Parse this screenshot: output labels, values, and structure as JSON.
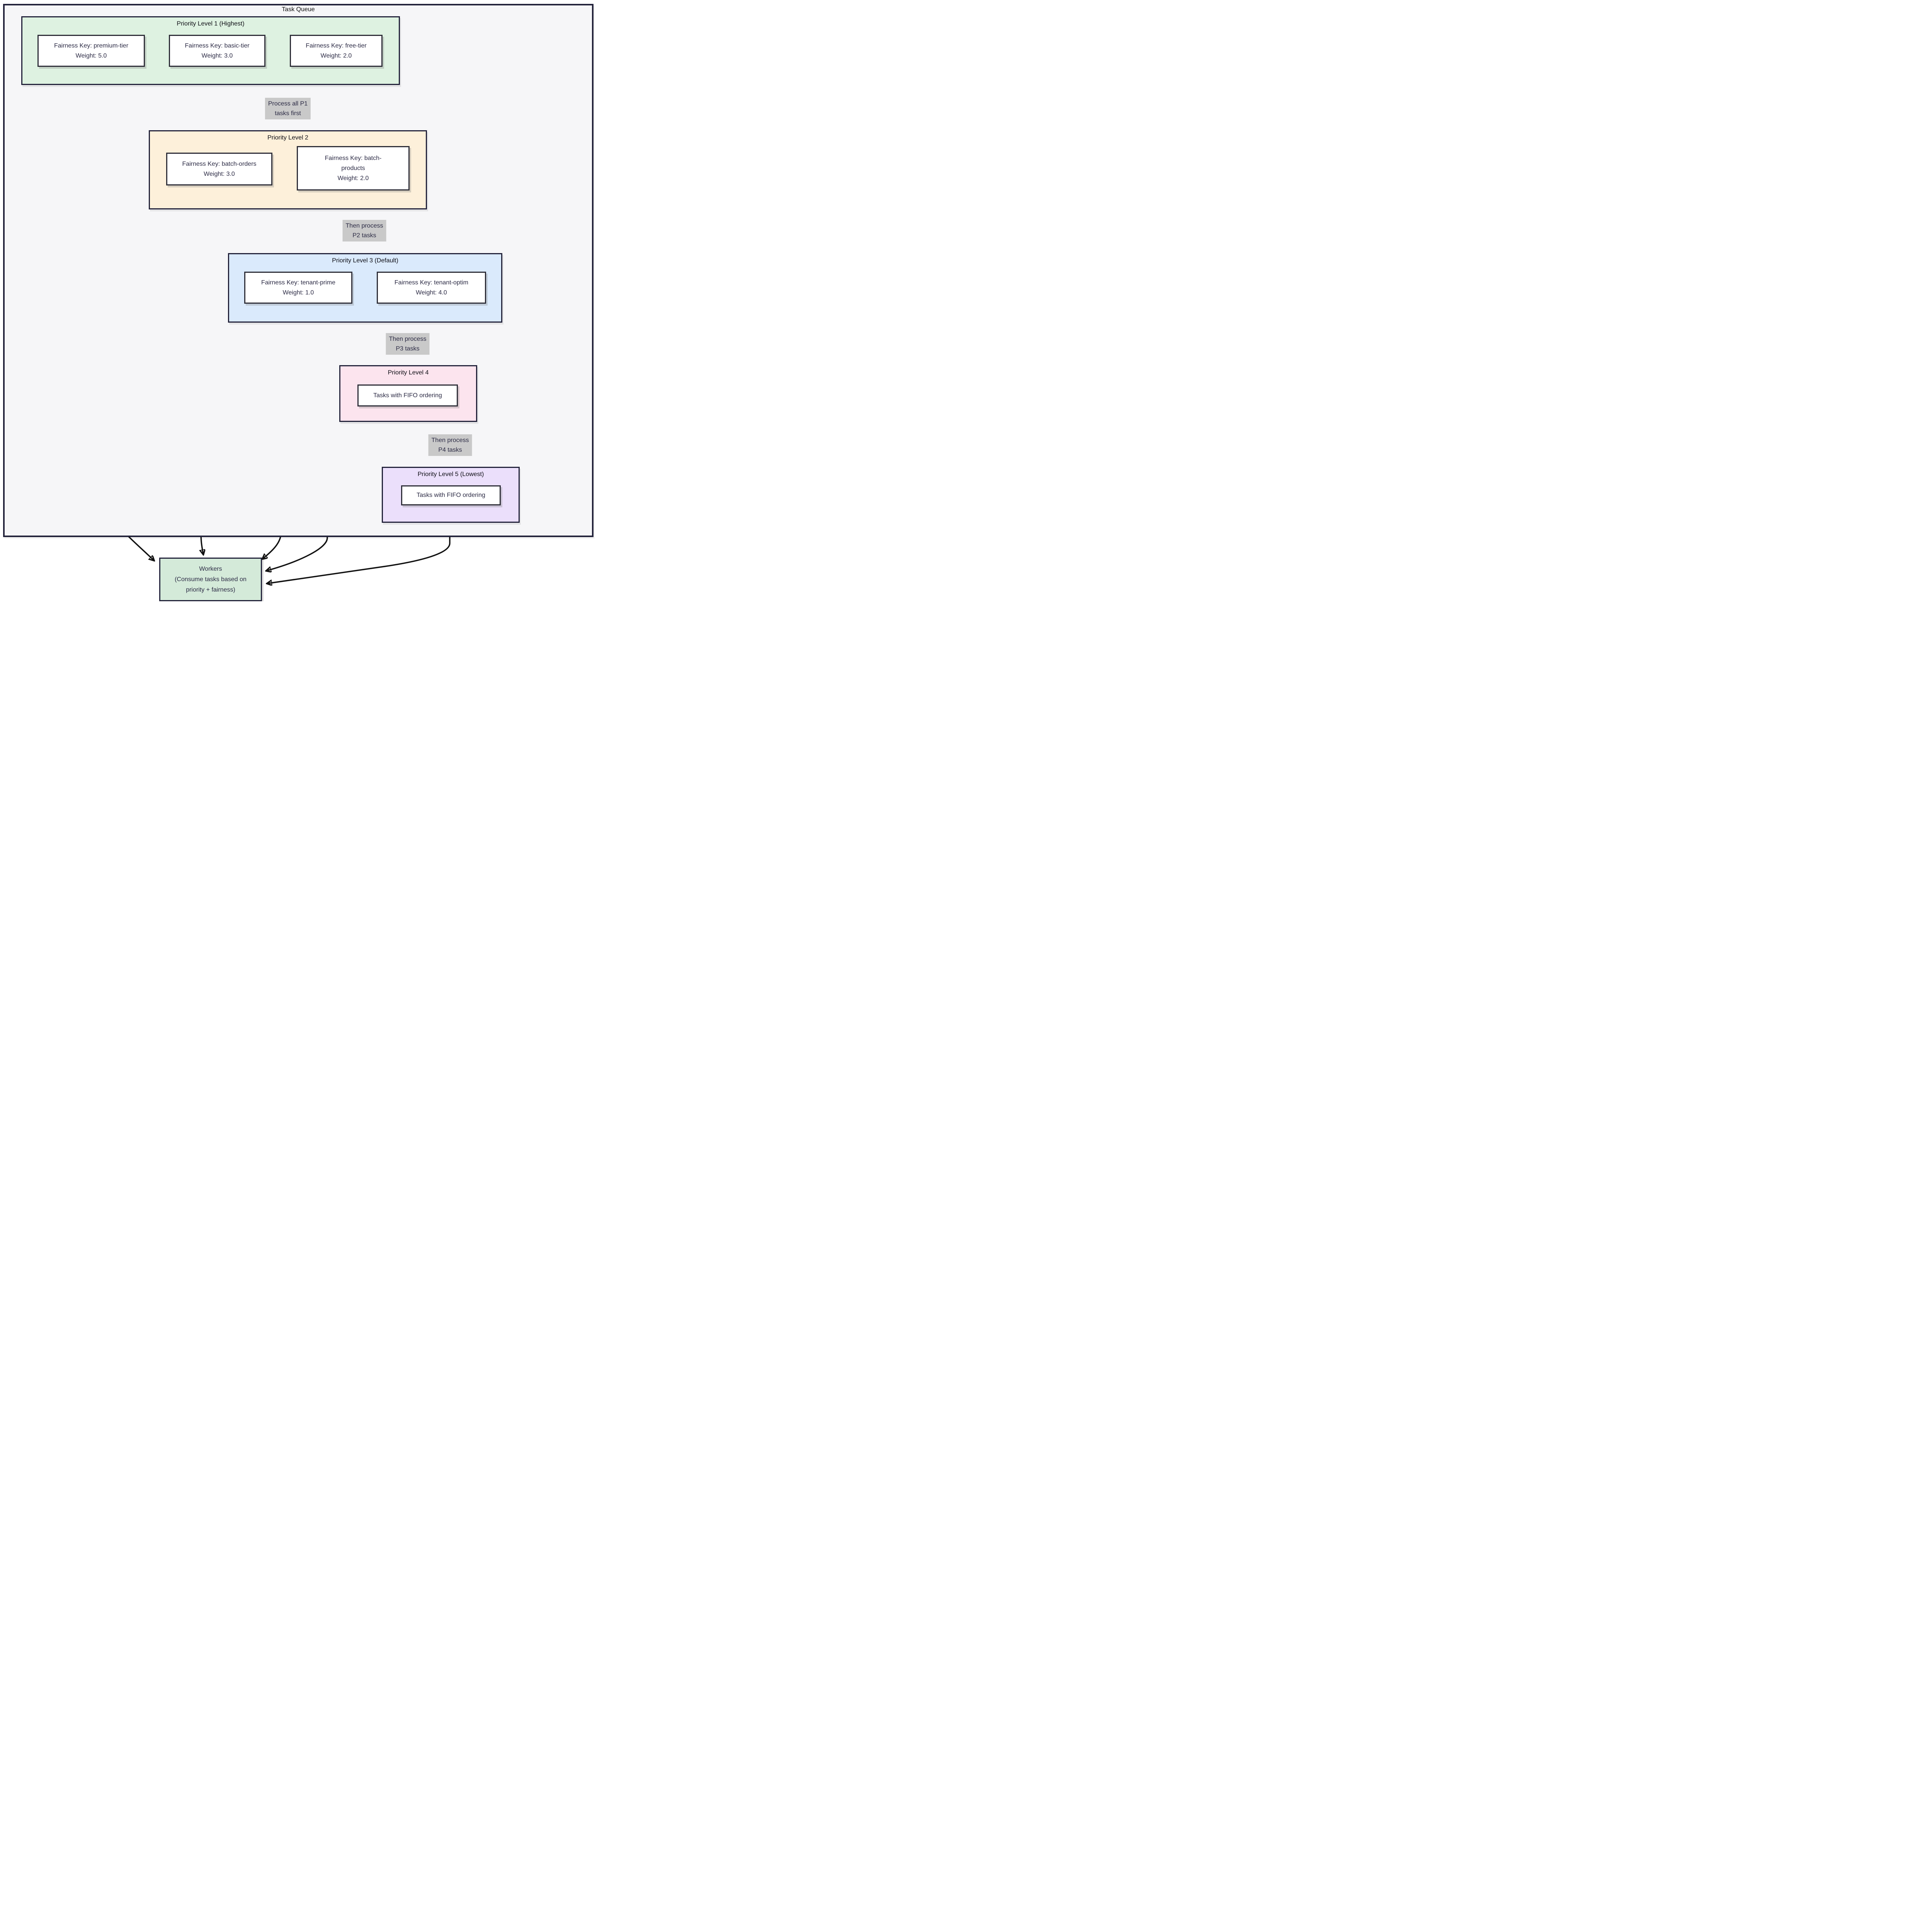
{
  "diagram": {
    "type": "flowchart",
    "title": "Task Queue",
    "levels": [
      {
        "title": "Priority Level 1 (Highest)",
        "color": "#def2e1",
        "nodes": [
          {
            "lines": [
              "Fairness Key: premium-tier",
              "Weight: 5.0"
            ]
          },
          {
            "lines": [
              "Fairness Key: basic-tier",
              "Weight: 3.0"
            ]
          },
          {
            "lines": [
              "Fairness Key: free-tier",
              "Weight: 2.0"
            ]
          }
        ]
      },
      {
        "title": "Priority Level 2",
        "color": "#fdf0da",
        "nodes": [
          {
            "lines": [
              "Fairness Key: batch-orders",
              "Weight: 3.0"
            ]
          },
          {
            "lines": [
              "Fairness Key: batch-",
              "products",
              "Weight: 2.0"
            ]
          }
        ]
      },
      {
        "title": "Priority Level 3 (Default)",
        "color": "#daeafc",
        "nodes": [
          {
            "lines": [
              "Fairness Key: tenant-prime",
              "Weight: 1.0"
            ]
          },
          {
            "lines": [
              "Fairness Key: tenant-optim",
              "Weight: 4.0"
            ]
          }
        ]
      },
      {
        "title": "Priority Level 4",
        "color": "#fce4ee",
        "nodes": [
          {
            "lines": [
              "Tasks with FIFO ordering"
            ]
          }
        ]
      },
      {
        "title": "Priority Level 5 (Lowest)",
        "color": "#ebdffb",
        "nodes": [
          {
            "lines": [
              "Tasks with FIFO ordering"
            ]
          }
        ]
      }
    ],
    "edge_labels": [
      {
        "lines": [
          "Process all P1",
          "tasks first"
        ],
        "from": "Priority Level 1",
        "to": "Priority Level 2"
      },
      {
        "lines": [
          "Then process",
          "P2 tasks"
        ],
        "from": "Priority Level 2",
        "to": "Priority Level 3"
      },
      {
        "lines": [
          "Then process",
          "P3 tasks"
        ],
        "from": "Priority Level 3",
        "to": "Priority Level 4"
      },
      {
        "lines": [
          "Then process",
          "P4 tasks"
        ],
        "from": "Priority Level 4",
        "to": "Priority Level 5"
      }
    ],
    "unlabeled_edges": [
      {
        "from": "Priority Level 1",
        "to": "Workers"
      },
      {
        "from": "Priority Level 2",
        "to": "Workers"
      },
      {
        "from": "Priority Level 3",
        "to": "Workers"
      },
      {
        "from": "Priority Level 4",
        "to": "Workers"
      },
      {
        "from": "Priority Level 5",
        "to": "Workers"
      }
    ],
    "workers": {
      "lines": [
        "Workers",
        "(Consume tasks based on",
        "priority + fairness)"
      ],
      "color": "#d4ead9"
    },
    "colors": {
      "container_fill": "#f6f6f8",
      "container_border": "#23233b",
      "node_border": "#2e2e38",
      "edge_label_bg": "#c9c9c9",
      "arrow": "#111111",
      "text": "#2b2a44"
    }
  }
}
